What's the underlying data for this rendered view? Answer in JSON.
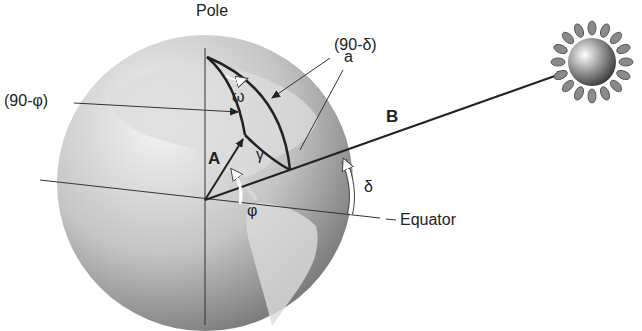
{
  "diagram": {
    "labels": [
      "Pole",
      "(90-δ)",
      "(90-φ)",
      "ω",
      "a",
      "B",
      "A",
      "γ",
      "δ",
      "φ",
      "Equator"
    ]
  }
}
